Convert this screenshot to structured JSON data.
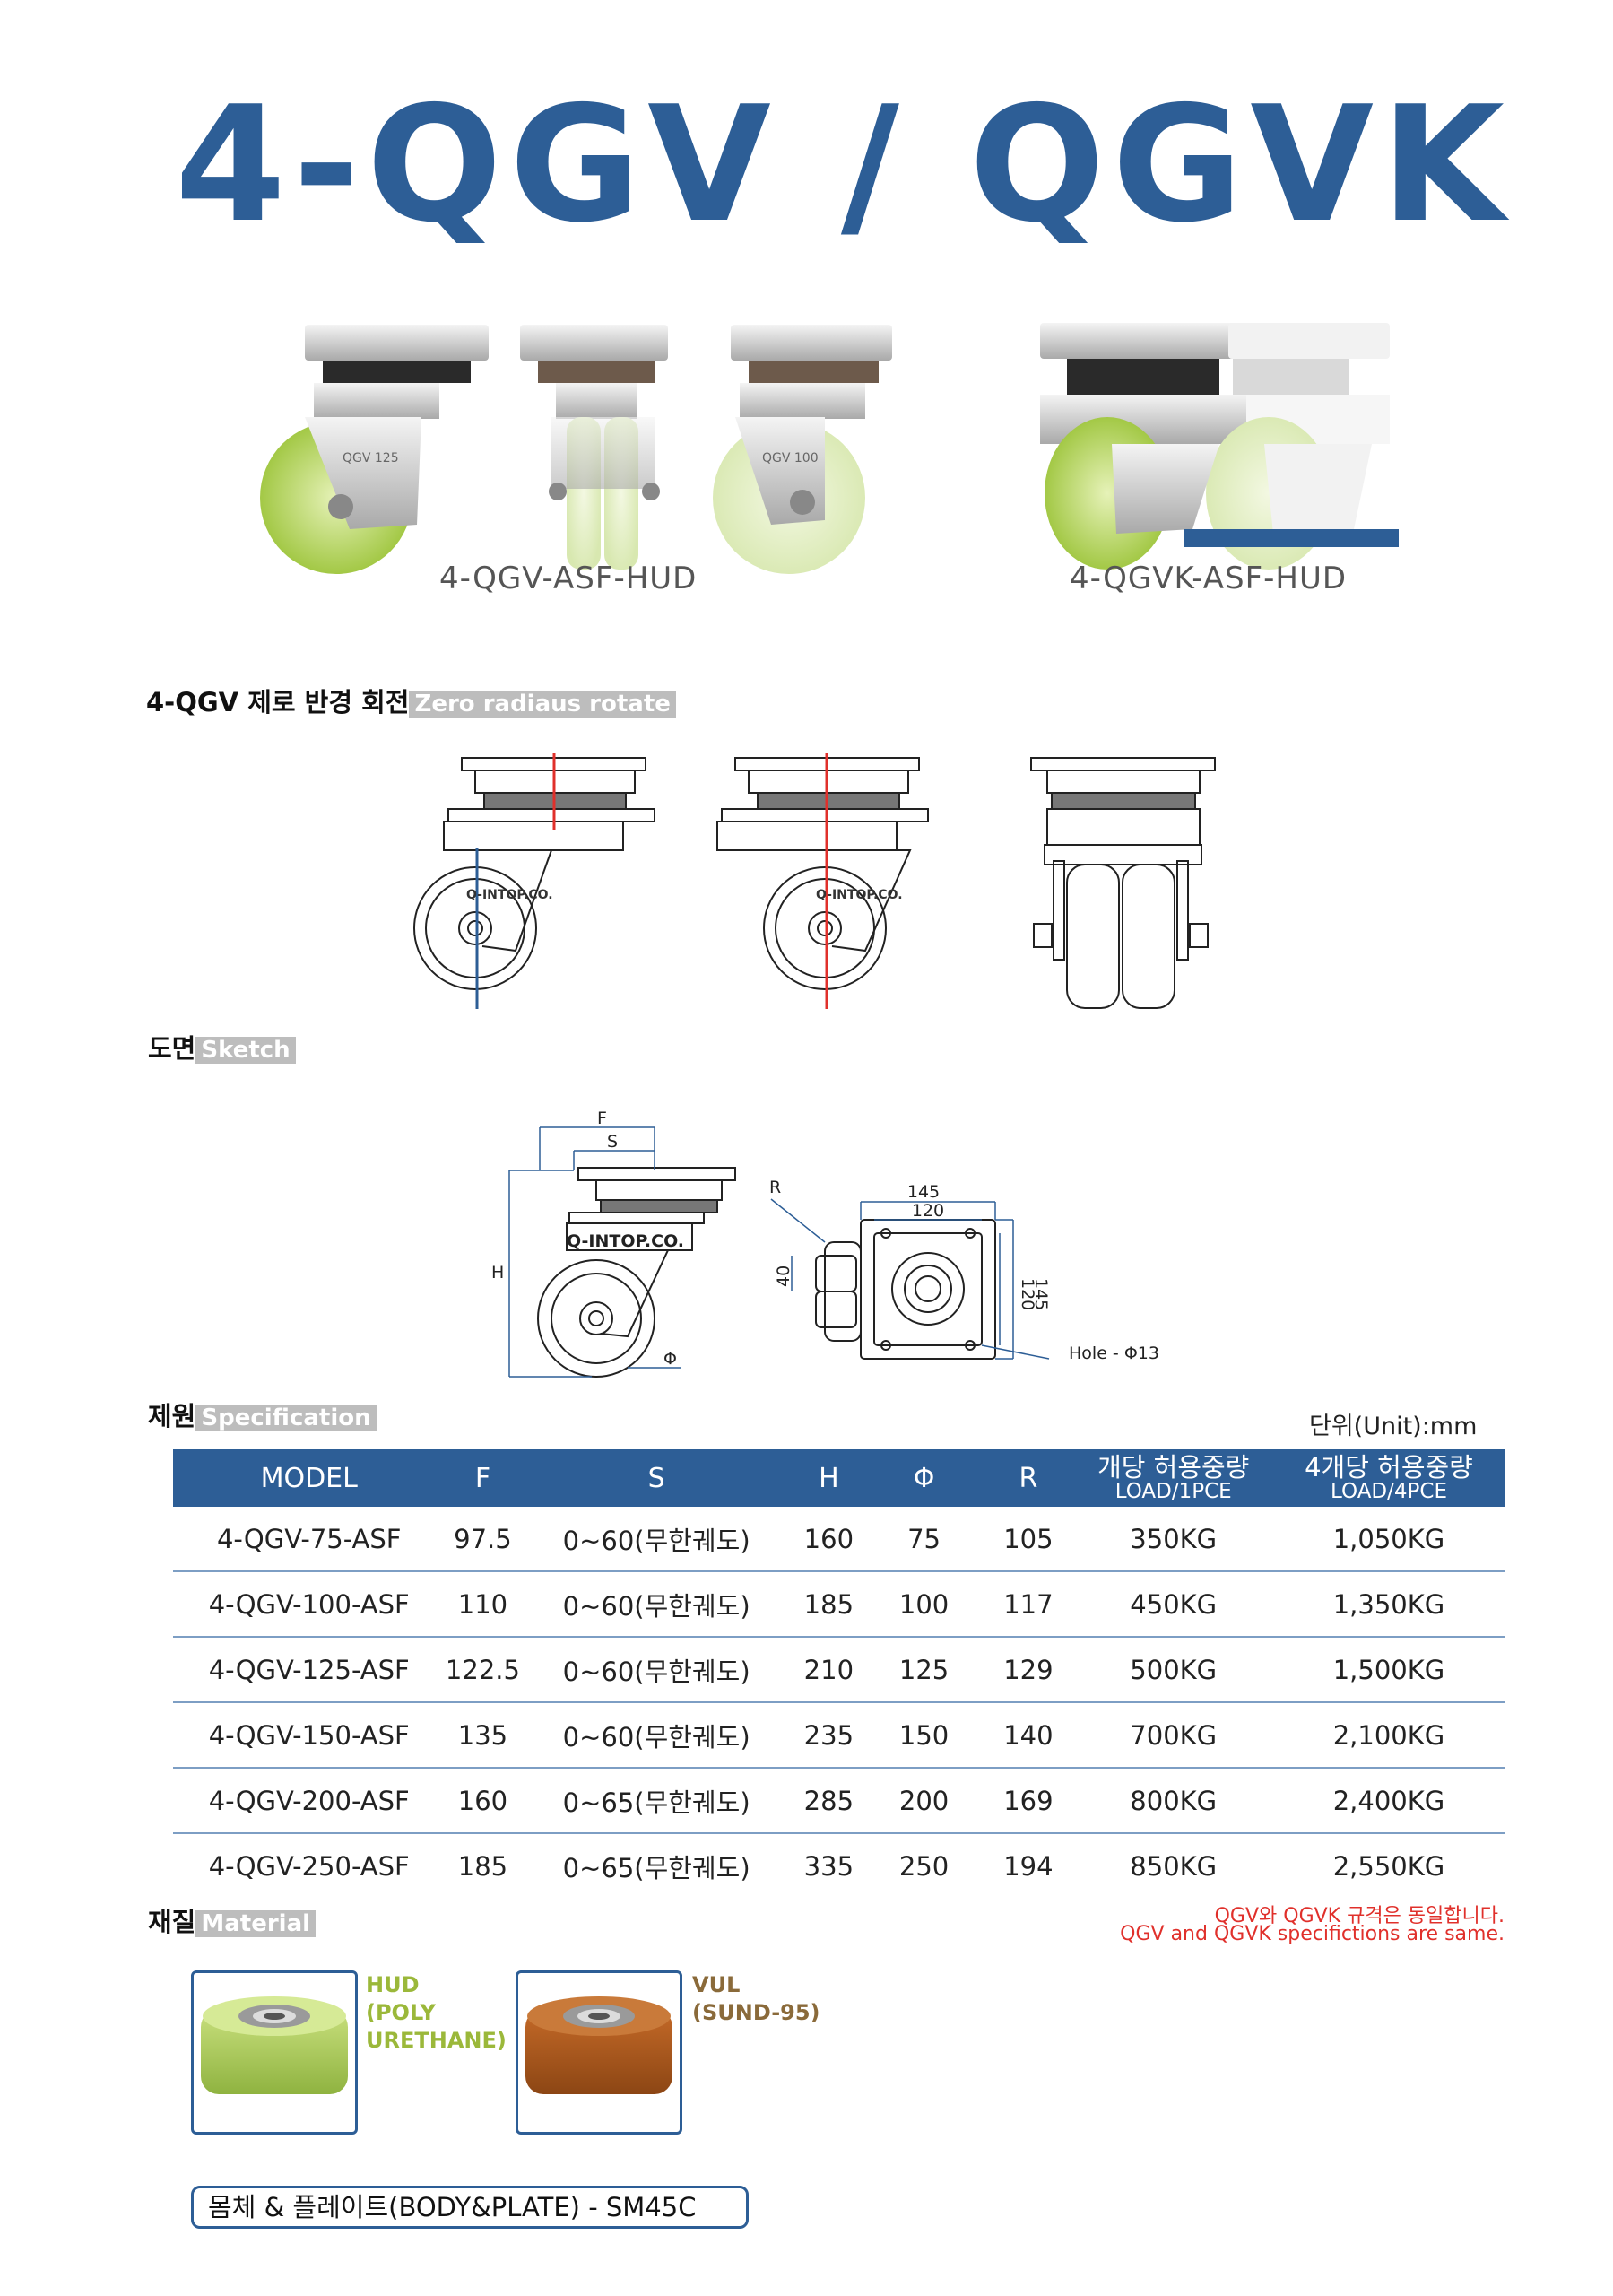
{
  "title": "4-QGV / QGVK",
  "photos": {
    "left_caption": "4-QGV-ASF-HUD",
    "right_caption": "4-QGVK-ASF-HUD",
    "wheel_labels": [
      "QGV 125",
      "QGV 100"
    ]
  },
  "sections": {
    "rotate": {
      "ko": "4-QGV 제로 반경 회전",
      "en": "Zero radiaus rotate"
    },
    "sketch": {
      "ko": "도면",
      "en": "Sketch"
    },
    "spec": {
      "ko": "제원",
      "en": "Specification"
    },
    "material": {
      "ko": "재질",
      "en": "Material"
    }
  },
  "brand_mark": "Q-INTOP.CO.",
  "sketch": {
    "labels": {
      "F": "F",
      "S": "S",
      "H": "H",
      "phi": "Φ",
      "R": "R"
    },
    "dims": {
      "d145_top": "145",
      "d120_top": "120",
      "d120_side": "120",
      "d145_side": "145",
      "d40": "40",
      "hole": "Hole - Φ13"
    }
  },
  "unit_label": "단위(Unit):mm",
  "spec_table": {
    "headers": [
      "MODEL",
      "F",
      "S",
      "H",
      "Φ",
      "R"
    ],
    "load_1": {
      "ko": "개당 허용중량",
      "en": "LOAD/1PCE"
    },
    "load_4": {
      "ko": "4개당 허용중량",
      "en": "LOAD/4PCE"
    },
    "rows": [
      [
        "4-QGV-75-ASF",
        "97.5",
        "0~60(무한궤도)",
        "160",
        "75",
        "105",
        "350KG",
        "1,050KG"
      ],
      [
        "4-QGV-100-ASF",
        "110",
        "0~60(무한궤도)",
        "185",
        "100",
        "117",
        "450KG",
        "1,350KG"
      ],
      [
        "4-QGV-125-ASF",
        "122.5",
        "0~60(무한궤도)",
        "210",
        "125",
        "129",
        "500KG",
        "1,500KG"
      ],
      [
        "4-QGV-150-ASF",
        "135",
        "0~60(무한궤도)",
        "235",
        "150",
        "140",
        "700KG",
        "2,100KG"
      ],
      [
        "4-QGV-200-ASF",
        "160",
        "0~65(무한궤도)",
        "285",
        "200",
        "169",
        "800KG",
        "2,400KG"
      ],
      [
        "4-QGV-250-ASF",
        "185",
        "0~65(무한궤도)",
        "335",
        "250",
        "194",
        "850KG",
        "2,550KG"
      ]
    ]
  },
  "notes": {
    "line1": "QGV와 QGVK 규격은 동일합니다.",
    "line2": "QGV and QGVK specifictions are same."
  },
  "materials": {
    "hud": "HUD\n(POLY\nURETHANE)",
    "vul": "VUL\n(SUND-95)"
  },
  "body_plate": "몸체 & 플레이트(BODY&PLATE) - SM45C",
  "colors": {
    "brand_blue": "#2d5e96",
    "note_red": "#e0302b",
    "hud_label": "#9bb83a",
    "vul_label": "#8a6a3a",
    "hud_wheel": "#b5d36a",
    "vul_wheel": "#b05a1e"
  }
}
